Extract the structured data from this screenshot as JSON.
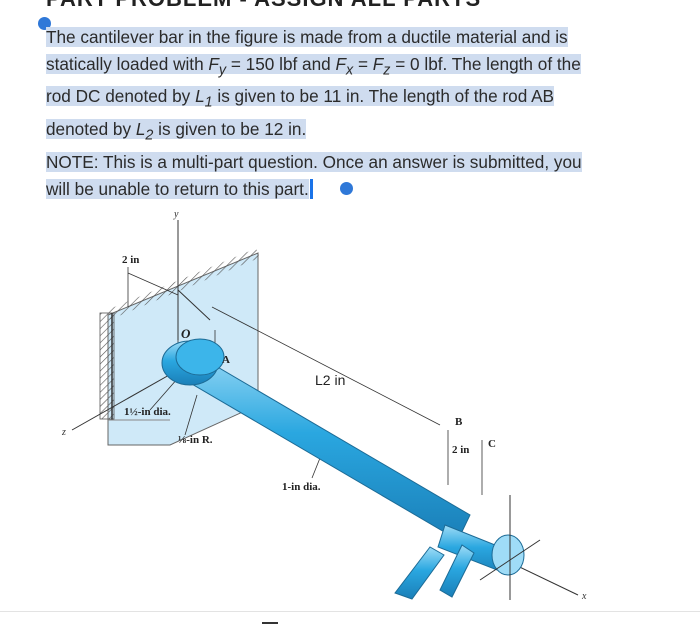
{
  "header": {
    "text": "PART PROBLEM - ASSIGN ALL PARTS"
  },
  "problem": {
    "line1": "The cantilever bar in the figure is made from a ductile material and is",
    "line2a": "statically loaded with ",
    "fy_sym": "F",
    "fy_sub": "y",
    "line2b": " = 150 lbf and ",
    "fx_sym": "F",
    "fx_sub": "x",
    "line2c": " = ",
    "fz_sym": "F",
    "fz_sub": "z",
    "line2d": " = 0 lbf. The length of the",
    "line3a": "rod DC denoted by ",
    "l1_sym": "L",
    "l1_sub": "1",
    "line3b": " is given to be 11 in. The length of the rod AB",
    "line4a": "denoted by ",
    "l2_sym": "L",
    "l2_sub": "2",
    "line4b": " is given to be 12 in.",
    "note1": "NOTE: This is a multi-part question. Once an answer is submitted, you",
    "note2": "will be unable to return to this part."
  },
  "figure": {
    "dim_top": "2 in",
    "label_O": "O",
    "label_A": "A",
    "label_L2": "L2 in",
    "label_dia_big": "1½-in dia.",
    "label_radius": "⅛-in R.",
    "label_dia_rod": "1-in dia.",
    "label_B": "B",
    "label_C": "C",
    "dim_bc": "2 in",
    "axis_y": "y",
    "axis_z": "z",
    "axis_x": "x"
  },
  "colors": {
    "selection": "#cfdcef",
    "handle": "#2f78d8",
    "rod": "#2aa7e0",
    "wall_fill": "#cfe9f8"
  }
}
